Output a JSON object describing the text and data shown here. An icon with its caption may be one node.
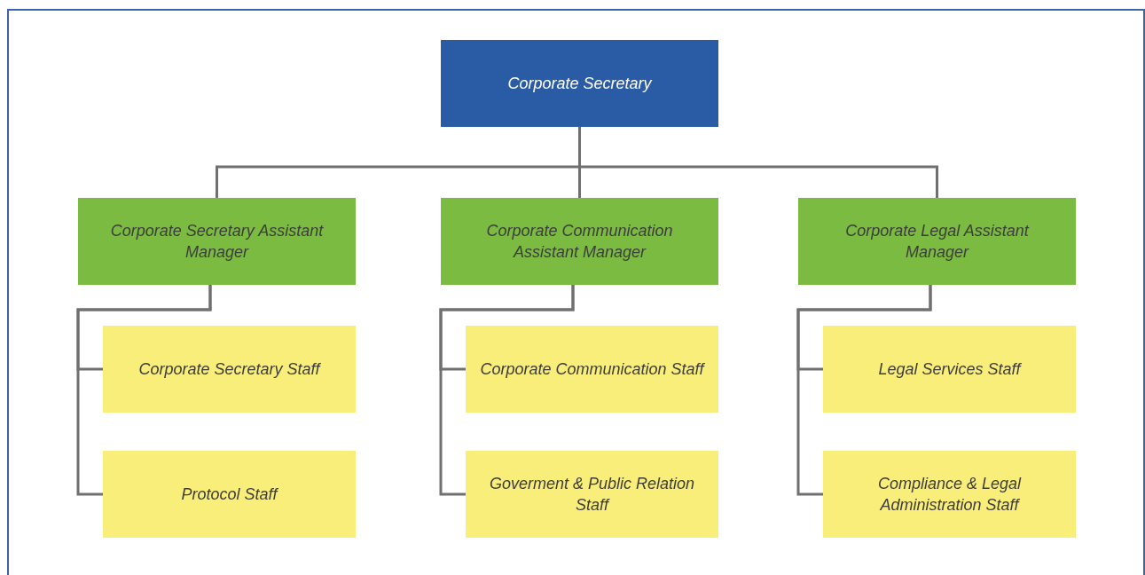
{
  "diagram": {
    "nodes": [
      {
        "text": [
          "Corporate Secretary"
        ]
      },
      {
        "text": [
          "Corporate Secretary Assistant Manager"
        ]
      },
      {
        "text": [
          "Corporate Communication Assistant Manager"
        ]
      },
      {
        "text": [
          "Corporate Legal Assistant Manager"
        ]
      },
      {
        "text": [
          "Corporate Secretary Staff"
        ]
      },
      {
        "text": [
          "Protocol Staff"
        ]
      },
      {
        "text": [
          "Corporate Communication Staff"
        ]
      },
      {
        "text": [
          "Goverment & Public Relation Staff"
        ]
      },
      {
        "text": [
          "Legal Services Staff"
        ]
      },
      {
        "text": [
          "Compliance & Legal Administration Staff"
        ]
      }
    ],
    "edges": [
      {
        "from": 0,
        "to": 1,
        "arrow": "none"
      },
      {
        "from": 0,
        "to": 2,
        "arrow": "none"
      },
      {
        "from": 0,
        "to": 3,
        "arrow": "none"
      },
      {
        "from": 1,
        "to": 4,
        "arrow": "none"
      },
      {
        "from": 1,
        "to": 5,
        "arrow": "none"
      },
      {
        "from": 2,
        "to": 6,
        "arrow": "none"
      },
      {
        "from": 2,
        "to": 7,
        "arrow": "none"
      },
      {
        "from": 3,
        "to": 8,
        "arrow": "none"
      },
      {
        "from": 3,
        "to": 9,
        "arrow": "none"
      }
    ]
  }
}
